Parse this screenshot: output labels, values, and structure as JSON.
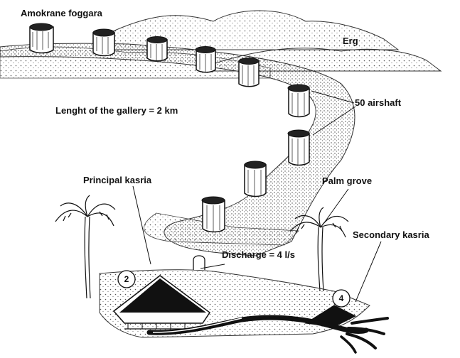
{
  "labels": {
    "title": "Amokrane foggara",
    "erg": "Erg",
    "gallery_length": "Lenght of the gallery = 2 km",
    "airshafts": "50 airshaft",
    "principal_kasria": "Principal kasria",
    "palm_grove": "Palm grove",
    "discharge": "Discharge = 4 l/s",
    "secondary_kasria": "Secondary kasria",
    "marker_left": "2",
    "marker_right": "4"
  },
  "colors": {
    "ink": "#111111",
    "stipple": "#555555",
    "background": "#ffffff"
  }
}
